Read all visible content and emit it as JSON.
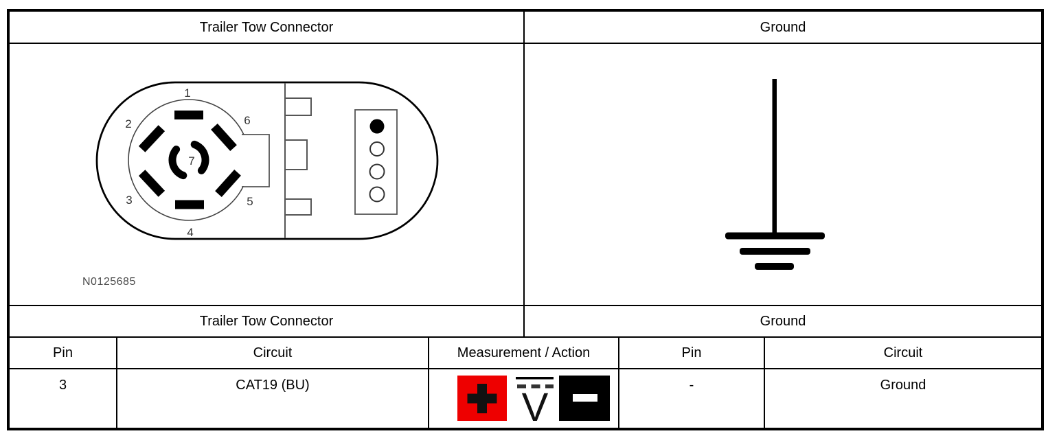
{
  "header": {
    "left": "Trailer Tow Connector",
    "right": "Ground"
  },
  "section_header": {
    "left": "Trailer Tow Connector",
    "right": "Ground"
  },
  "columns": {
    "left_pin": "Pin",
    "left_circuit": "Circuit",
    "measurement": "Measurement / Action",
    "right_pin": "Pin",
    "right_circuit": "Circuit"
  },
  "test_row": {
    "left_pin": "3",
    "left_circuit": "CAT19 (BU)",
    "right_pin": "-",
    "right_circuit": "Ground"
  },
  "measurement": {
    "volt_symbol": "V",
    "icons": [
      "positive-lead-icon",
      "dc-voltage-icon",
      "negative-lead-icon"
    ]
  },
  "connector": {
    "figure_id": "N0125685",
    "pins": [
      "1",
      "2",
      "3",
      "4",
      "5",
      "6",
      "7"
    ]
  },
  "colors": {
    "positive_lead": "#ee0000",
    "negative_lead": "#000000",
    "line": "#000000"
  }
}
